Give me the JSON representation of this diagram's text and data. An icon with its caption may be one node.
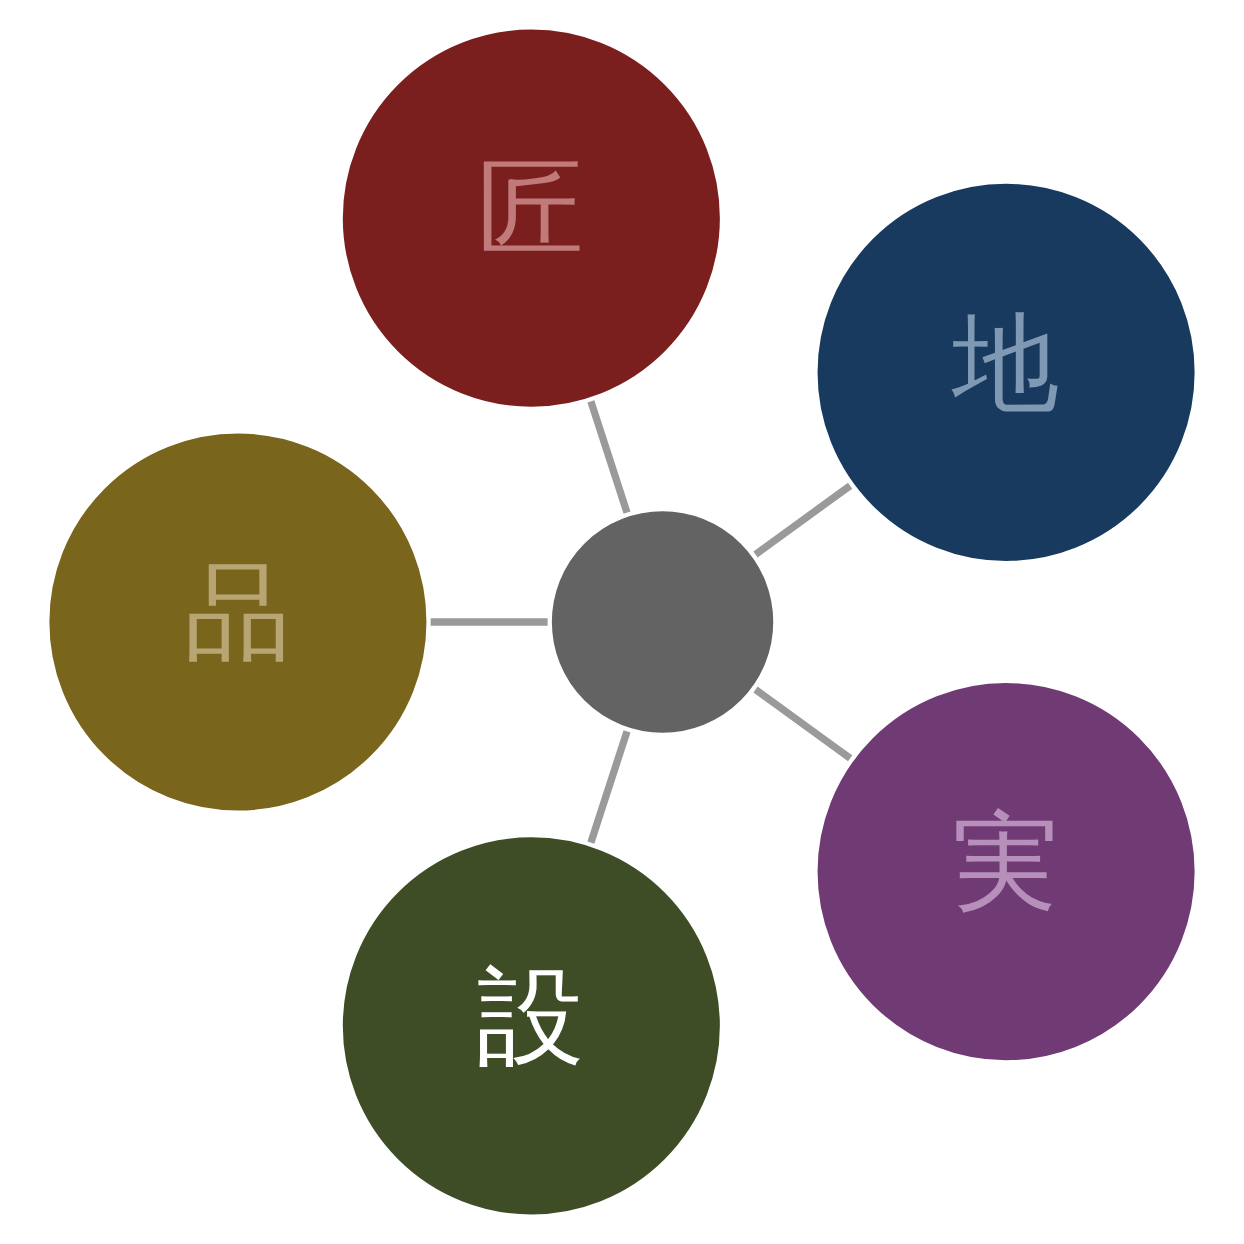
{
  "diagram": {
    "nodes": [
      {
        "text": [
          "匠"
        ]
      },
      {
        "text": [
          "地"
        ]
      },
      {
        "text": [
          "実"
        ]
      },
      {
        "text": [
          "設"
        ]
      },
      {
        "text": [
          "品"
        ]
      },
      {
        "text": [],
        "shape": "circle"
      }
    ],
    "edges": [
      {
        "from": 5,
        "to": 0,
        "arrow": "none"
      },
      {
        "from": 5,
        "to": 1,
        "arrow": "none"
      },
      {
        "from": 5,
        "to": 2,
        "arrow": "none"
      },
      {
        "from": 5,
        "to": 3,
        "arrow": "none"
      },
      {
        "from": 5,
        "to": 4,
        "arrow": "none"
      }
    ]
  }
}
